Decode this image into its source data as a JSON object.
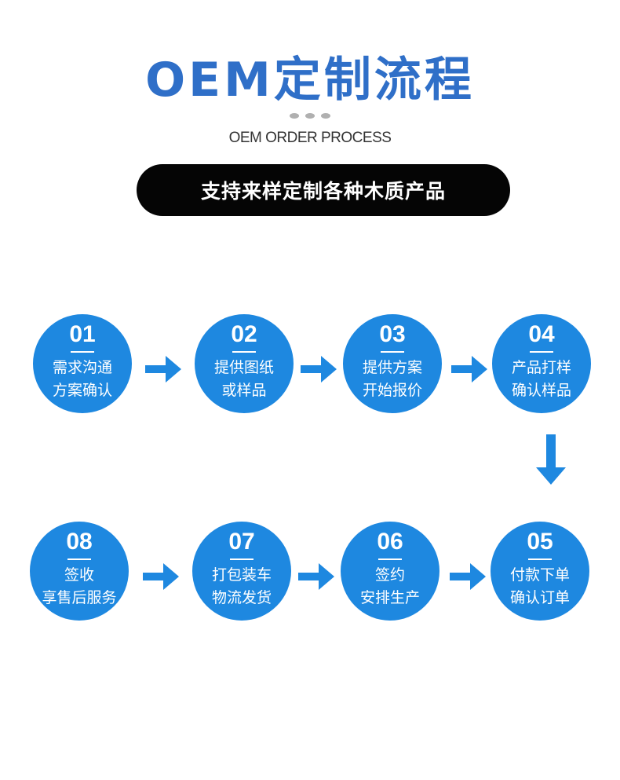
{
  "title": "OEM定制流程",
  "subtitle": "OEM ORDER PROCESS",
  "banner": "支持来样定制各种木质产品",
  "steps": [
    {
      "num": "01",
      "line1": "需求沟通",
      "line2": "方案确认"
    },
    {
      "num": "02",
      "line1": "提供图纸",
      "line2": "或样品"
    },
    {
      "num": "03",
      "line1": "提供方案",
      "line2": "开始报价"
    },
    {
      "num": "04",
      "line1": "产品打样",
      "line2": "确认样品"
    },
    {
      "num": "05",
      "line1": "付款下单",
      "line2": "确认订单"
    },
    {
      "num": "06",
      "line1": "签约",
      "line2": "安排生产"
    },
    {
      "num": "07",
      "line1": "打包装车",
      "line2": "物流发货"
    },
    {
      "num": "08",
      "line1": "签收",
      "line2": "享售后服务"
    }
  ],
  "colors": {
    "title": "#2f6fc8",
    "circle": "#1e88e0",
    "arrow": "#1e88e0",
    "banner_bg": "#050505"
  }
}
